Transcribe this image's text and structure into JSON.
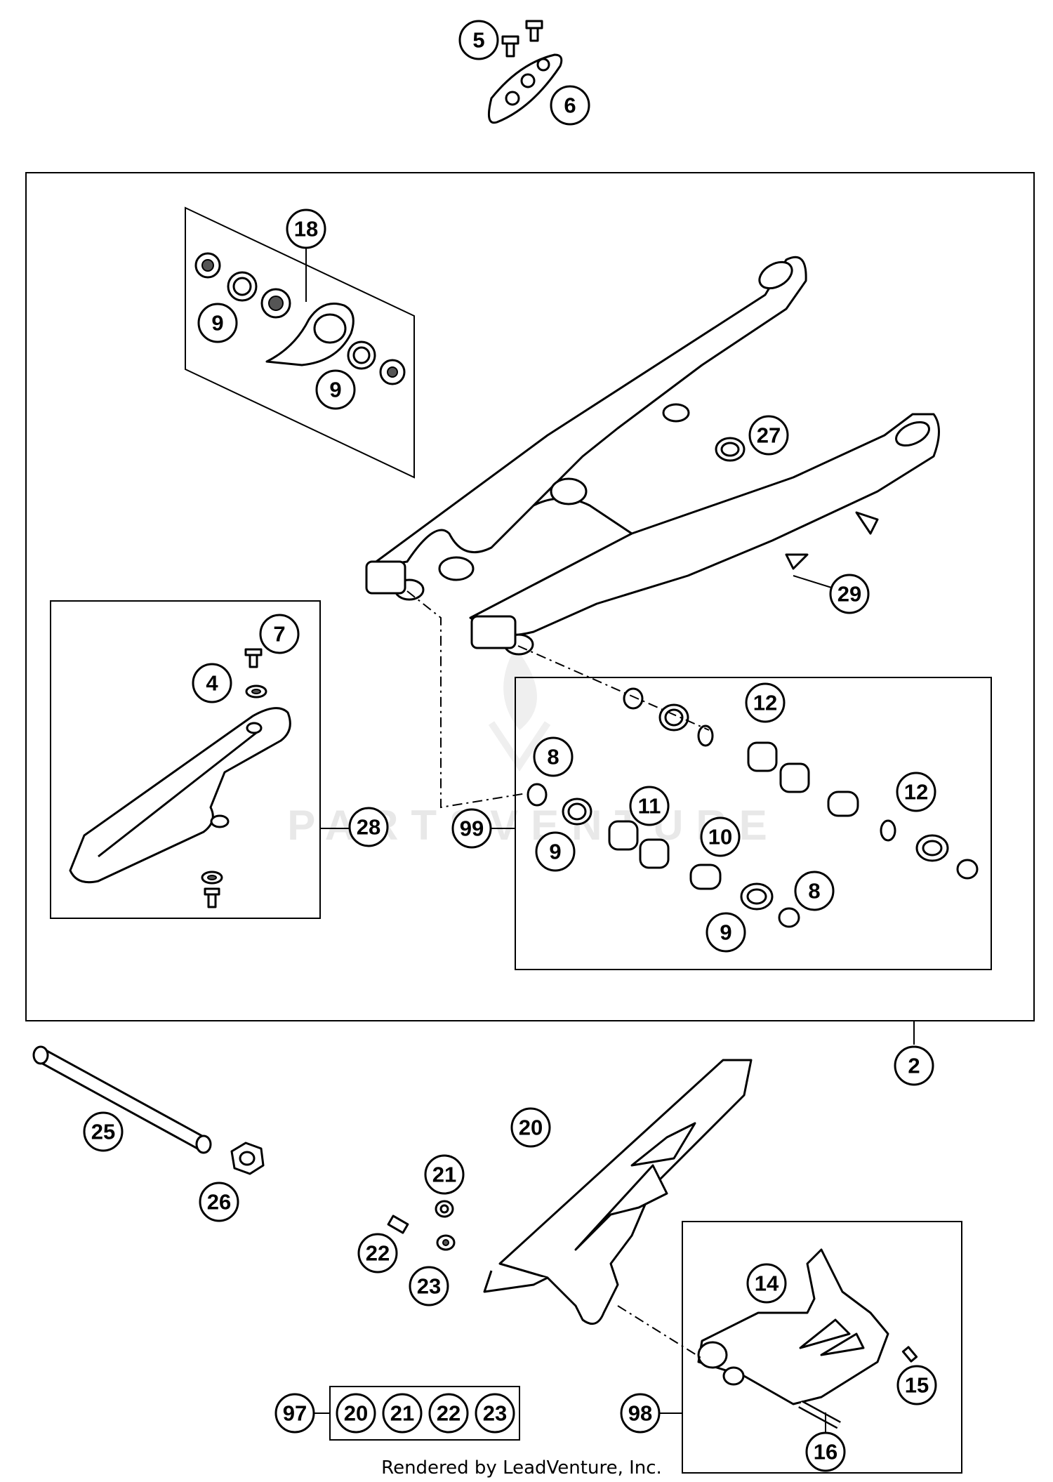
{
  "watermark": "PARTSVENTURE",
  "credit": "Rendered by LeadVenture, Inc.",
  "callouts": {
    "c5": "5",
    "c6": "6",
    "c18": "18",
    "c9a": "9",
    "c9b": "9",
    "c27": "27",
    "c29": "29",
    "c7": "7",
    "c4": "4",
    "c28": "28",
    "c99": "99",
    "c12a": "12",
    "c12b": "12",
    "c8a": "8",
    "c11": "11",
    "c10": "10",
    "c9c": "9",
    "c9d": "9",
    "c8b": "8",
    "c2": "2",
    "c25": "25",
    "c26": "26",
    "c20": "20",
    "c21": "21",
    "c22": "22",
    "c23": "23",
    "c14": "14",
    "c15": "15",
    "c16": "16",
    "c97": "97",
    "c98": "98",
    "k20": "20",
    "k21": "21",
    "k22": "22",
    "k23": "23"
  }
}
